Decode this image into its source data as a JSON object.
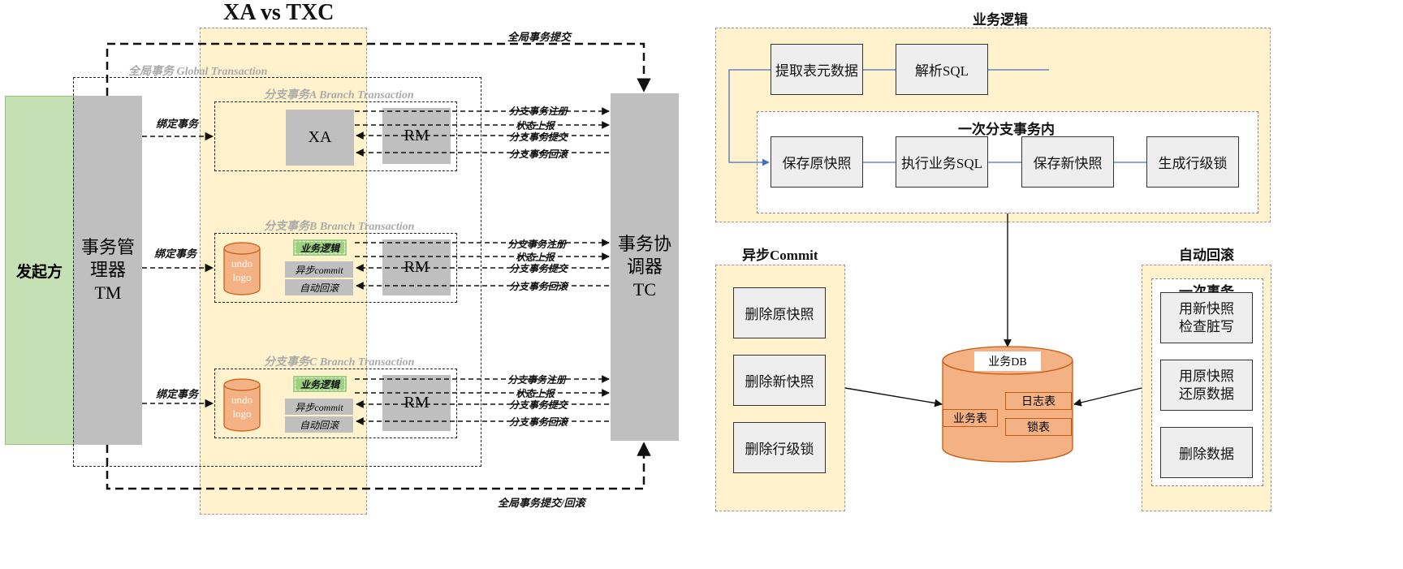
{
  "title": "XA vs TXC",
  "left": {
    "initiator": "发起方",
    "tm": "事务管\n理器\nTM",
    "tc": "事务协\n调器\nTC",
    "global_commit_top": "全局事务提交",
    "global_commit_bottom": "全局事务提交/回滚",
    "global_tx": "全局事务 Global Transaction",
    "branch_a": "分支事务A Branch Transaction",
    "branch_b": "分支事务B Branch Transaction",
    "branch_c": "分支事务C Branch Transaction",
    "bind_tx": "绑定事务",
    "xa": "XA",
    "rm": "RM",
    "undo": "undo\nlogo",
    "biz_logic": "业务逻辑",
    "async_commit": "异步commit",
    "auto_rollback": "自动回滚",
    "arrows": [
      "分支事务注册",
      "状态上报",
      "分支事务提交",
      "分支事务回滚"
    ]
  },
  "right": {
    "biz_logic_title": "业务逻辑",
    "extract_meta": "提取表元数据",
    "parse_sql": "解析SQL",
    "branch_inner": "一次分支事务内",
    "save_old": "保存原快照",
    "exec_sql": "执行业务SQL",
    "save_new": "保存新快照",
    "gen_lock": "生成行级锁",
    "async_commit_title": "异步Commit",
    "del_old": "删除原快照",
    "del_new": "删除新快照",
    "del_lock": "删除行级锁",
    "auto_rollback_title": "自动回滚",
    "one_tx": "一次事务",
    "check_dirty": "用新快照\n检查脏写",
    "restore": "用原快照\n还原数据",
    "del_data": "删除数据",
    "db": "业务DB",
    "log_table": "日志表",
    "biz_table": "业务表",
    "lock_table": "锁表"
  },
  "colors": {
    "yellow": "#fff2cc",
    "green": "#c5e0b4",
    "gray": "#bfbfbf",
    "orange": "#f4b183",
    "blue_line": "#4472c4"
  }
}
